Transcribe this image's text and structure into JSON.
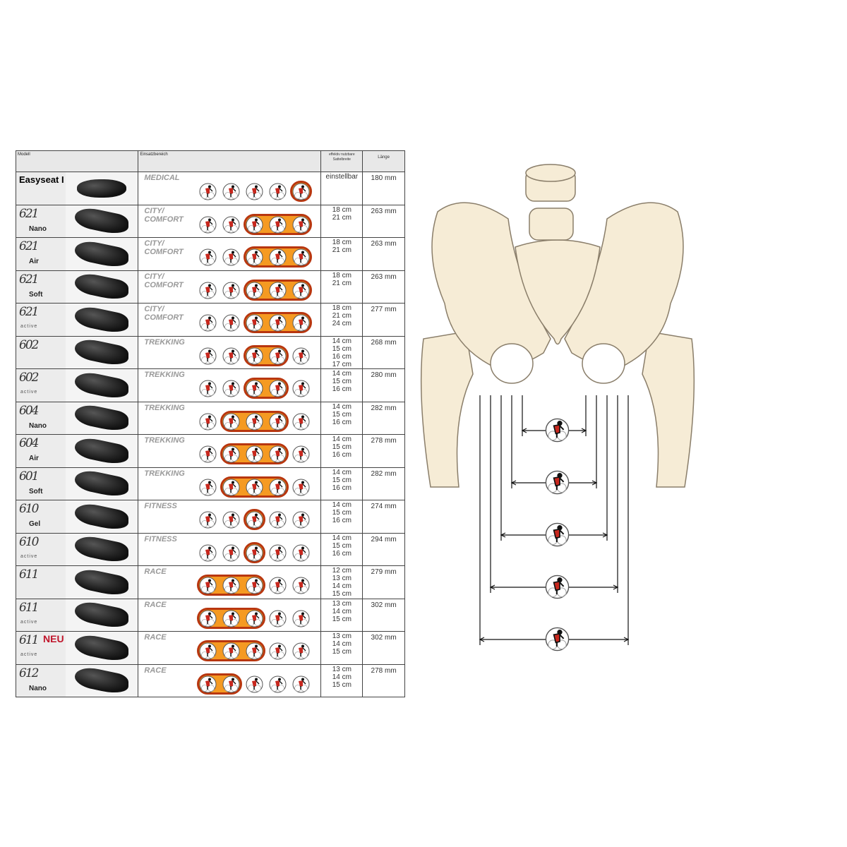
{
  "header": {
    "model": "Modell",
    "usage": "Einsatzbereich",
    "width": "effektiv nutzbare Sattelbreite",
    "length": "Länge"
  },
  "rows": [
    {
      "name": "Easyseat I",
      "usage": "MEDICAL",
      "highlight": [
        4
      ],
      "widths": [
        "einstellbar"
      ],
      "length": "180 mm"
    },
    {
      "logo": "621",
      "sub": "Nano",
      "usage": "CITY/\nCOMFORT",
      "highlight": [
        2,
        3,
        4
      ],
      "widths": [
        "18 cm",
        "21 cm"
      ],
      "length": "263 mm"
    },
    {
      "logo": "621",
      "sub": "Air",
      "usage": "CITY/\nCOMFORT",
      "highlight": [
        2,
        3,
        4
      ],
      "widths": [
        "18 cm",
        "21 cm"
      ],
      "length": "263 mm"
    },
    {
      "logo": "621",
      "sub": "Soft",
      "usage": "CITY/\nCOMFORT",
      "highlight": [
        2,
        3,
        4
      ],
      "widths": [
        "18 cm",
        "21 cm"
      ],
      "length": "263 mm"
    },
    {
      "logo": "621",
      "active": "active",
      "usage": "CITY/\nCOMFORT",
      "highlight": [
        2,
        3,
        4
      ],
      "widths": [
        "18 cm",
        "21 cm",
        "24 cm"
      ],
      "length": "277 mm"
    },
    {
      "logo": "602",
      "usage": "TREKKING",
      "highlight": [
        2,
        3
      ],
      "widths": [
        "14 cm",
        "15 cm",
        "16 cm",
        "17 cm"
      ],
      "length": "268 mm"
    },
    {
      "logo": "602",
      "active": "active",
      "usage": "TREKKING",
      "highlight": [
        2,
        3
      ],
      "widths": [
        "14 cm",
        "15 cm",
        "16 cm"
      ],
      "length": "280 mm"
    },
    {
      "logo": "604",
      "sub": "Nano",
      "usage": "TREKKING",
      "highlight": [
        1,
        2,
        3
      ],
      "widths": [
        "14 cm",
        "15 cm",
        "16 cm"
      ],
      "length": "282 mm"
    },
    {
      "logo": "604",
      "sub": "Air",
      "usage": "TREKKING",
      "highlight": [
        1,
        2,
        3
      ],
      "widths": [
        "14 cm",
        "15 cm",
        "16 cm"
      ],
      "length": "278 mm"
    },
    {
      "logo": "601",
      "sub": "Soft",
      "usage": "TREKKING",
      "highlight": [
        1,
        2,
        3
      ],
      "widths": [
        "14 cm",
        "15 cm",
        "16 cm"
      ],
      "length": "282 mm"
    },
    {
      "logo": "610",
      "sub": "Gel",
      "usage": "FITNESS",
      "highlight": [
        2
      ],
      "widths": [
        "14 cm",
        "15 cm",
        "16 cm"
      ],
      "length": "274 mm"
    },
    {
      "logo": "610",
      "active": "active",
      "usage": "FITNESS",
      "highlight": [
        2
      ],
      "widths": [
        "14 cm",
        "15 cm",
        "16 cm"
      ],
      "length": "294 mm"
    },
    {
      "logo": "611",
      "usage": "RACE",
      "highlight": [
        0,
        1,
        2
      ],
      "widths": [
        "12 cm",
        "13 cm",
        "14 cm",
        "15 cm"
      ],
      "length": "279 mm"
    },
    {
      "logo": "611",
      "active": "active",
      "usage": "RACE",
      "highlight": [
        0,
        1,
        2
      ],
      "widths": [
        "13 cm",
        "14 cm",
        "15 cm"
      ],
      "length": "302 mm"
    },
    {
      "logo": "611",
      "active": "active",
      "badge": "NEU",
      "usage": "RACE",
      "highlight": [
        0,
        1,
        2
      ],
      "widths": [
        "13 cm",
        "14 cm",
        "15 cm"
      ],
      "length": "302 mm"
    },
    {
      "logo": "612",
      "sub": "Nano",
      "usage": "RACE",
      "highlight": [
        0,
        1
      ],
      "widths": [
        "13 cm",
        "14 cm",
        "15 cm"
      ],
      "length": "278 mm"
    }
  ],
  "colors": {
    "highlight_fill": "#f59a22",
    "highlight_border": "#b8360f",
    "bone": "#f6ecd6",
    "rider": "#c8281e"
  }
}
